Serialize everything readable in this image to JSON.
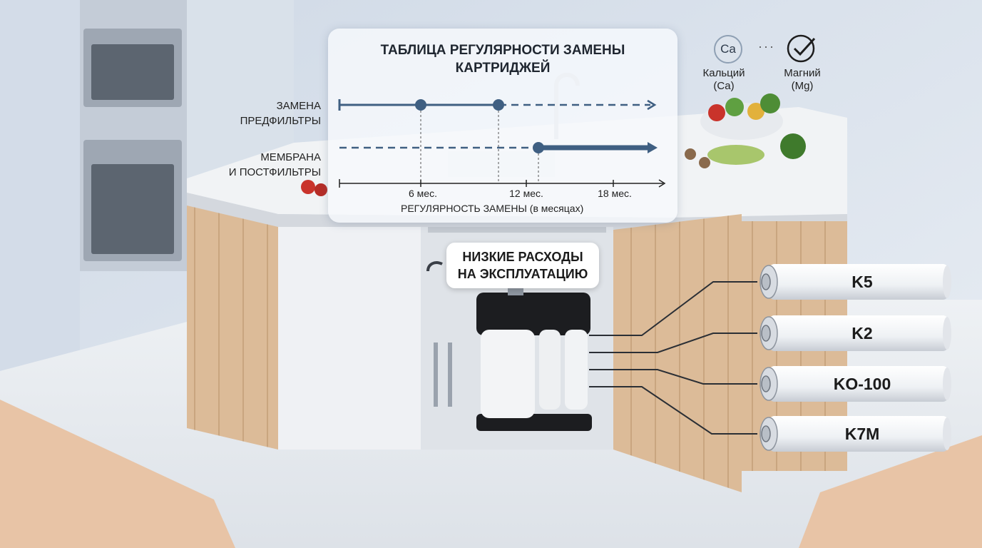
{
  "timeline": {
    "title_line1": "ТАБЛИЦА РЕГУЛЯРНОСТИ ЗАМЕНЫ",
    "title_line2": "КАРТРИДЖЕЙ",
    "row1_line1": "ЗАМЕНА",
    "row1_line2": "ПРЕДФИЛЬТРЫ",
    "row2_line1": "МЕМБРАНА",
    "row2_line2": "И ПОСТФИЛЬТРЫ",
    "ticks": [
      "6 мес.",
      "12 мес.",
      "18 мес."
    ],
    "axis_label": "РЕГУЛЯРНОСТЬ ЗАМЕНЫ (в месяцах)"
  },
  "callout": {
    "line1": "НИЗКИЕ РАСХОДЫ",
    "line2": "НА ЭКСПЛУАТАЦИЮ"
  },
  "cartridges": [
    "K5",
    "K2",
    "KO-100",
    "K7M"
  ],
  "minerals": {
    "calcium_symbol": "Ca",
    "calcium_line1": "Кальций",
    "calcium_line2": "(Ca)",
    "magnesium_line1": "Магний",
    "magnesium_line2": "(Mg)",
    "separator": "···"
  },
  "colors": {
    "accent": "#3f5f82",
    "panel": "#f4f7fa",
    "wood": "#d9b896",
    "marble": "#eef0f3"
  }
}
